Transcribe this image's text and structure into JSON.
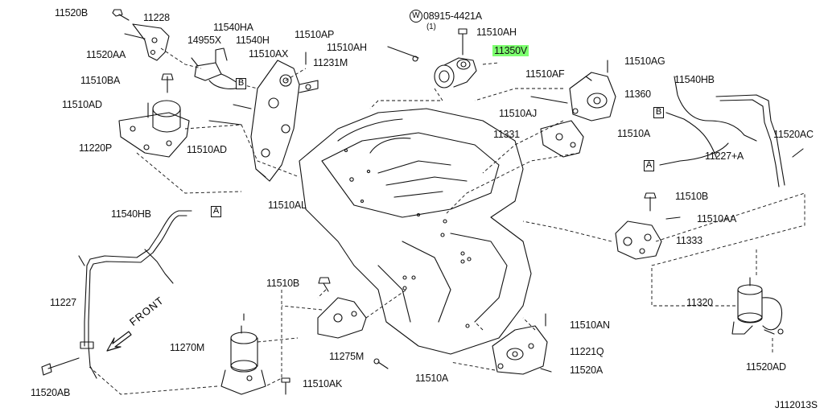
{
  "diagram_code": "J112013S",
  "front_label": "FRONT",
  "washer_symbol": "W",
  "box_labels": {
    "a": "A",
    "b": "B"
  },
  "parts": {
    "p11520B": "11520B",
    "p11228": "11228",
    "p11540HA": "11540HA",
    "p14955X": "14955X",
    "p11540H": "11540H",
    "p11520AA": "11520AA",
    "p11510AP": "11510AP",
    "p11510AX": "11510AX",
    "p11231M": "11231M",
    "p11510AH_a": "11510AH",
    "p08915": "08915-4421A",
    "p08915_qty": "(1)",
    "p11510AH_b": "11510AH",
    "p11350V": "11350V",
    "p11510AG": "11510AG",
    "p11510AF": "11510AF",
    "p11540HB_r": "11540HB",
    "p11510BA": "11510BA",
    "p11510AD_l": "11510AD",
    "p11510AD_c": "11510AD",
    "p11220P": "11220P",
    "p11510AJ": "11510AJ",
    "p11360": "11360",
    "p11331": "11331",
    "p11510A_r": "11510A",
    "p11520AC": "11520AC",
    "p11227A": "11227+A",
    "p11540HB_l": "11540HB",
    "p11510AL": "11510AL",
    "p11510B_r": "11510B",
    "p11510AA": "11510AA",
    "p11333": "11333",
    "p11227": "11227",
    "p11510B_c": "11510B",
    "p11320": "11320",
    "p11510AN": "11510AN",
    "p11270M": "11270M",
    "p11275M": "11275M",
    "p11221Q": "11221Q",
    "p11520A": "11520A",
    "p11510A_c": "11510A",
    "p11510AK": "11510AK",
    "p11520AB": "11520AB",
    "p11520AD": "11520AD"
  },
  "highlight_color": "#7dff6f"
}
